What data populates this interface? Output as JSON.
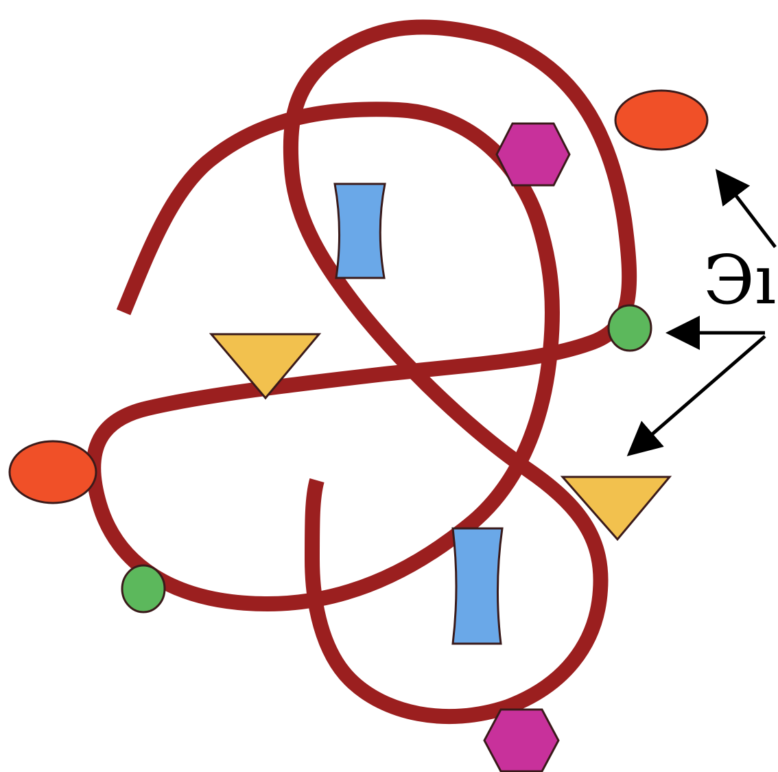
{
  "diagram": {
    "label": "Эı",
    "colors": {
      "strand": "#9b1f1f",
      "ellipse": "#f05028",
      "hexagon": "#c8319b",
      "rectangle": "#6aa8e8",
      "triangle": "#f2c14e",
      "circle": "#5cb85c",
      "arrow": "#000000",
      "outline": "#3a1a1a",
      "background": "#ffffff"
    },
    "shape_types": [
      "ellipse",
      "hexagon",
      "rectangle",
      "triangle",
      "circle"
    ]
  }
}
